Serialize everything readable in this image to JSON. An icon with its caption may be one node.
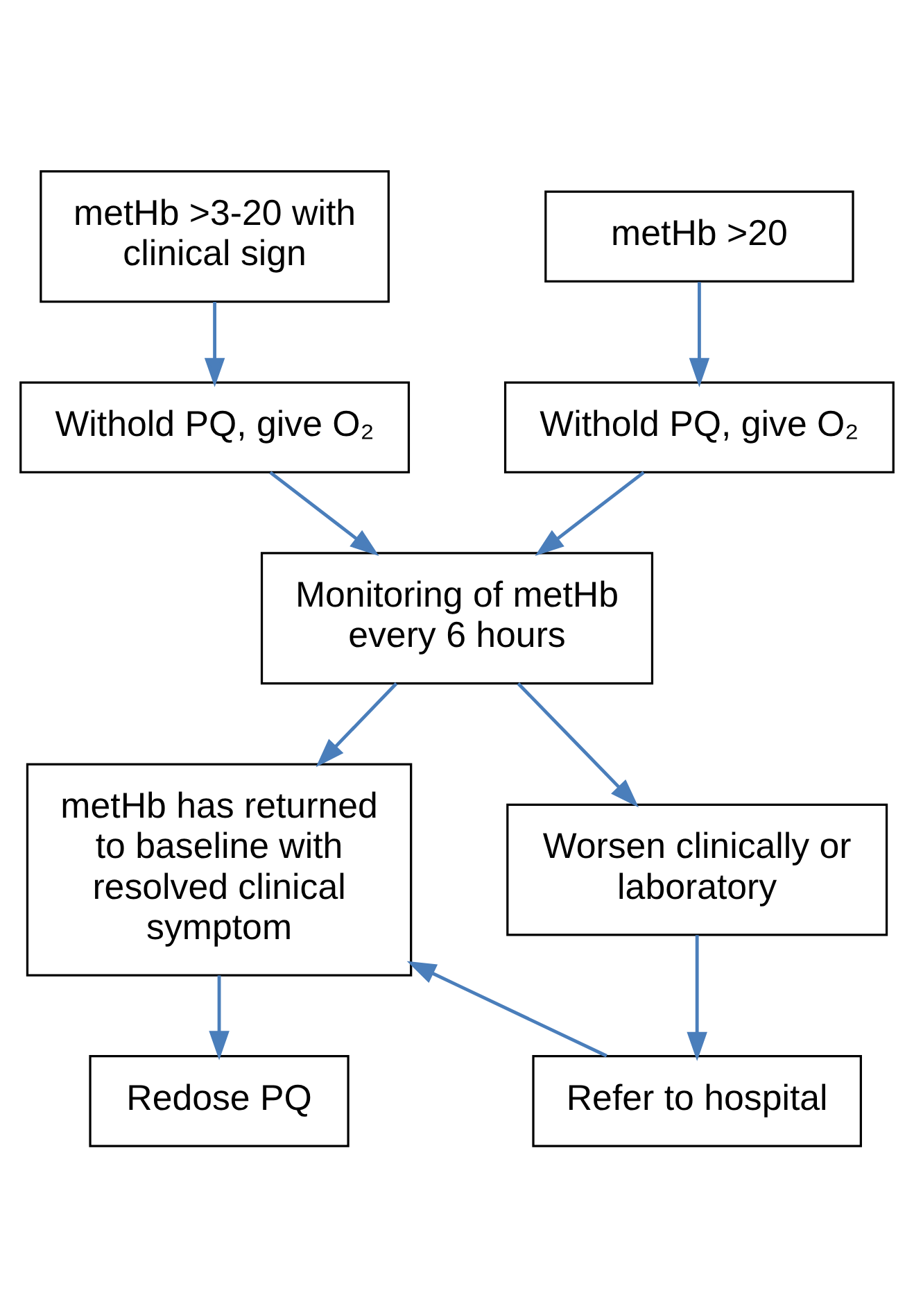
{
  "diagram": {
    "nodes": [
      {
        "text": [
          "metHb >3-20 with clinical sign"
        ]
      },
      {
        "text": [
          "metHb >20"
        ]
      },
      {
        "text": [
          "Withold PQ, give O₂"
        ]
      },
      {
        "text": [
          "Withold PQ, give O₂"
        ]
      },
      {
        "text": [
          "Monitoring of metHb every 6 hours"
        ]
      },
      {
        "text": [
          "metHb has returned to baseline with resolved clinical symptom"
        ]
      },
      {
        "text": [
          "Worsen clinically or laboratory"
        ]
      },
      {
        "text": [
          "Refer to hospital"
        ]
      },
      {
        "text": [
          "Redose PQ"
        ]
      }
    ],
    "edges": [
      {
        "from": 0,
        "to": 2,
        "arrow": "to"
      },
      {
        "from": 1,
        "to": 3,
        "arrow": "to"
      },
      {
        "from": 2,
        "to": 4,
        "arrow": "to"
      },
      {
        "from": 3,
        "to": 4,
        "arrow": "to"
      },
      {
        "from": 4,
        "to": 5,
        "arrow": "to"
      },
      {
        "from": 4,
        "to": 6,
        "arrow": "to"
      },
      {
        "from": 6,
        "to": 7,
        "arrow": "to"
      },
      {
        "from": 7,
        "to": 5,
        "arrow": "to"
      },
      {
        "from": 5,
        "to": 8,
        "arrow": "to"
      }
    ]
  }
}
